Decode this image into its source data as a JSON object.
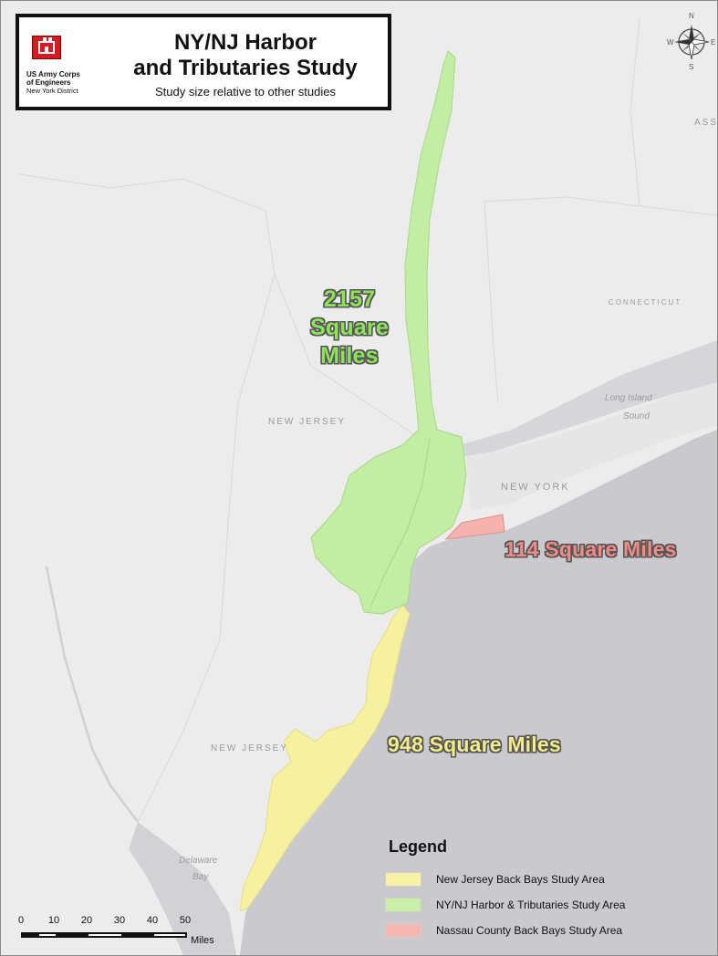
{
  "title_box": {
    "organization": [
      "US Army Corps",
      "of Engineers",
      "New York District"
    ],
    "title_line1": "NY/NJ Harbor",
    "title_line2": "and Tributaries Study",
    "subtitle": "Study size relative to other studies"
  },
  "area_labels": {
    "harbor_line1": "2157",
    "harbor_line2": "Square",
    "harbor_line3": "Miles",
    "nassau": "114 Square Miles",
    "nj_back_bays": "948 Square Miles"
  },
  "place_labels": {
    "new_jersey_north": "NEW JERSEY",
    "new_jersey_south": "NEW JERSEY",
    "new_york": "NEW YORK",
    "connecticut": "CONNECTICUT",
    "massachusetts_partial": "ASS",
    "long_island_sound_1": "Long Island",
    "long_island_sound_2": "Sound",
    "delaware_bay_1": "Delaware",
    "delaware_bay_2": "Bay"
  },
  "compass": {
    "n": "N",
    "s": "S",
    "e": "E",
    "w": "W"
  },
  "legend": {
    "title": "Legend",
    "items": [
      {
        "label": "New Jersey Back Bays Study Area",
        "color": "#f7f3a6"
      },
      {
        "label": "NY/NJ Harbor & Tributaries Study Area",
        "color": "#c8f0a8"
      },
      {
        "label": "Nassau County Back Bays Study Area",
        "color": "#f6b6b2"
      }
    ]
  },
  "scale_bar": {
    "ticks": [
      "0",
      "10",
      "20",
      "30",
      "40",
      "50"
    ],
    "unit": "Miles"
  },
  "colors": {
    "land": "#ececec",
    "water": "#c9c9ce",
    "harbor_area": "#c3eda2",
    "nassau_area": "#f5b3ae",
    "nj_back_bays_area": "#f6f1a0"
  }
}
